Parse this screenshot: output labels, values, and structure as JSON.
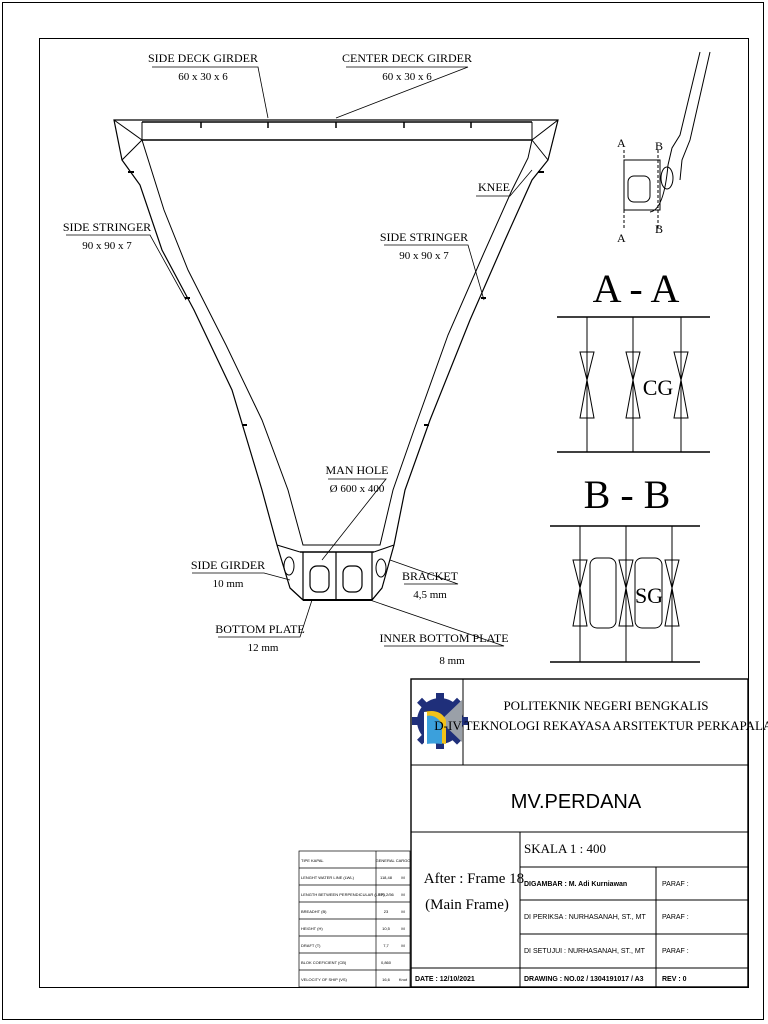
{
  "labels": {
    "side_deck_girder": "SIDE DECK GIRDER",
    "side_deck_girder_size": "60 x 30 x 6",
    "center_deck_girder": "CENTER DECK GIRDER",
    "center_deck_girder_size": "60 x 30 x 6",
    "knee": "KNEE",
    "side_stringer_left": "SIDE STRINGER",
    "side_stringer_left_size": "90 x 90 x 7",
    "side_stringer_right": "SIDE STRINGER",
    "side_stringer_right_size": "90 x 90 x 7",
    "man_hole": "MAN HOLE",
    "man_hole_size": "Ø 600 x 400",
    "side_girder": "SIDE GIRDER",
    "side_girder_size": "10 mm",
    "bracket": "BRACKET",
    "bracket_size": "4,5 mm",
    "bottom_plate": "BOTTOM PLATE",
    "bottom_plate_size": "12 mm",
    "inner_bottom_plate": "INNER BOTTOM PLATE",
    "inner_bottom_plate_size": "8 mm"
  },
  "detail": {
    "mark_a_top": "A",
    "mark_a_bottom": "A",
    "mark_b_top": "B",
    "mark_b_bottom": "B",
    "section_aa": "A - A",
    "section_bb": "B - B",
    "cg": "CG",
    "sg": "SG"
  },
  "title_block": {
    "institution": "POLITEKNIK NEGERI BENGKALIS",
    "program": "D-IV TEKNOLOGI REKAYASA ARSITEKTUR PERKAPALAN",
    "ship_name": "MV.PERDANA",
    "scale": "SKALA  1 : 400",
    "view_line1": "After : Frame 18",
    "view_line2": "(Main Frame)",
    "drawn_by": "DIGAMBAR : M. Adi Kurniawan",
    "checked_by": "DI PERIKSA : NURHASANAH, ST., MT",
    "approved_by": "DI SETUJUI : NURHASANAH, ST., MT",
    "paraf1": "PARAF :",
    "paraf2": "PARAF :",
    "paraf3": "PARAF :",
    "date": "DATE : 12/10/2021",
    "drawing": "DRAWING : NO.02 / 1304191017 / A3",
    "rev": "REV : 0"
  },
  "ship_table": {
    "rows": [
      {
        "label": "TIPE KAPAL",
        "value": "GENERAL CARGO",
        "unit": ""
      },
      {
        "label": "LENGHT WATER LINE (LWL)",
        "value": "118,48",
        "unit": "M"
      },
      {
        "label": "LENGTH BETWEEN PERPENDICULAR (LPP)",
        "value": "123,2/56",
        "unit": "M"
      },
      {
        "label": "BREADHT (B)",
        "value": "23",
        "unit": "M"
      },
      {
        "label": "HEIGHT (H)",
        "value": "10,5",
        "unit": "M"
      },
      {
        "label": "DRAFT (T)",
        "value": "7,7",
        "unit": "M"
      },
      {
        "label": "BLOK COEFICIENT (CB)",
        "value": "0,860",
        "unit": ""
      },
      {
        "label": "VELOCITY OF SHIP (VS)",
        "value": "16,6",
        "unit": "Knot"
      }
    ]
  },
  "colors": {
    "logo_navy": "#1f2f7a",
    "logo_blue": "#3ba0dc",
    "logo_yellow": "#f2c21a",
    "logo_gray": "#9aa0a8"
  }
}
